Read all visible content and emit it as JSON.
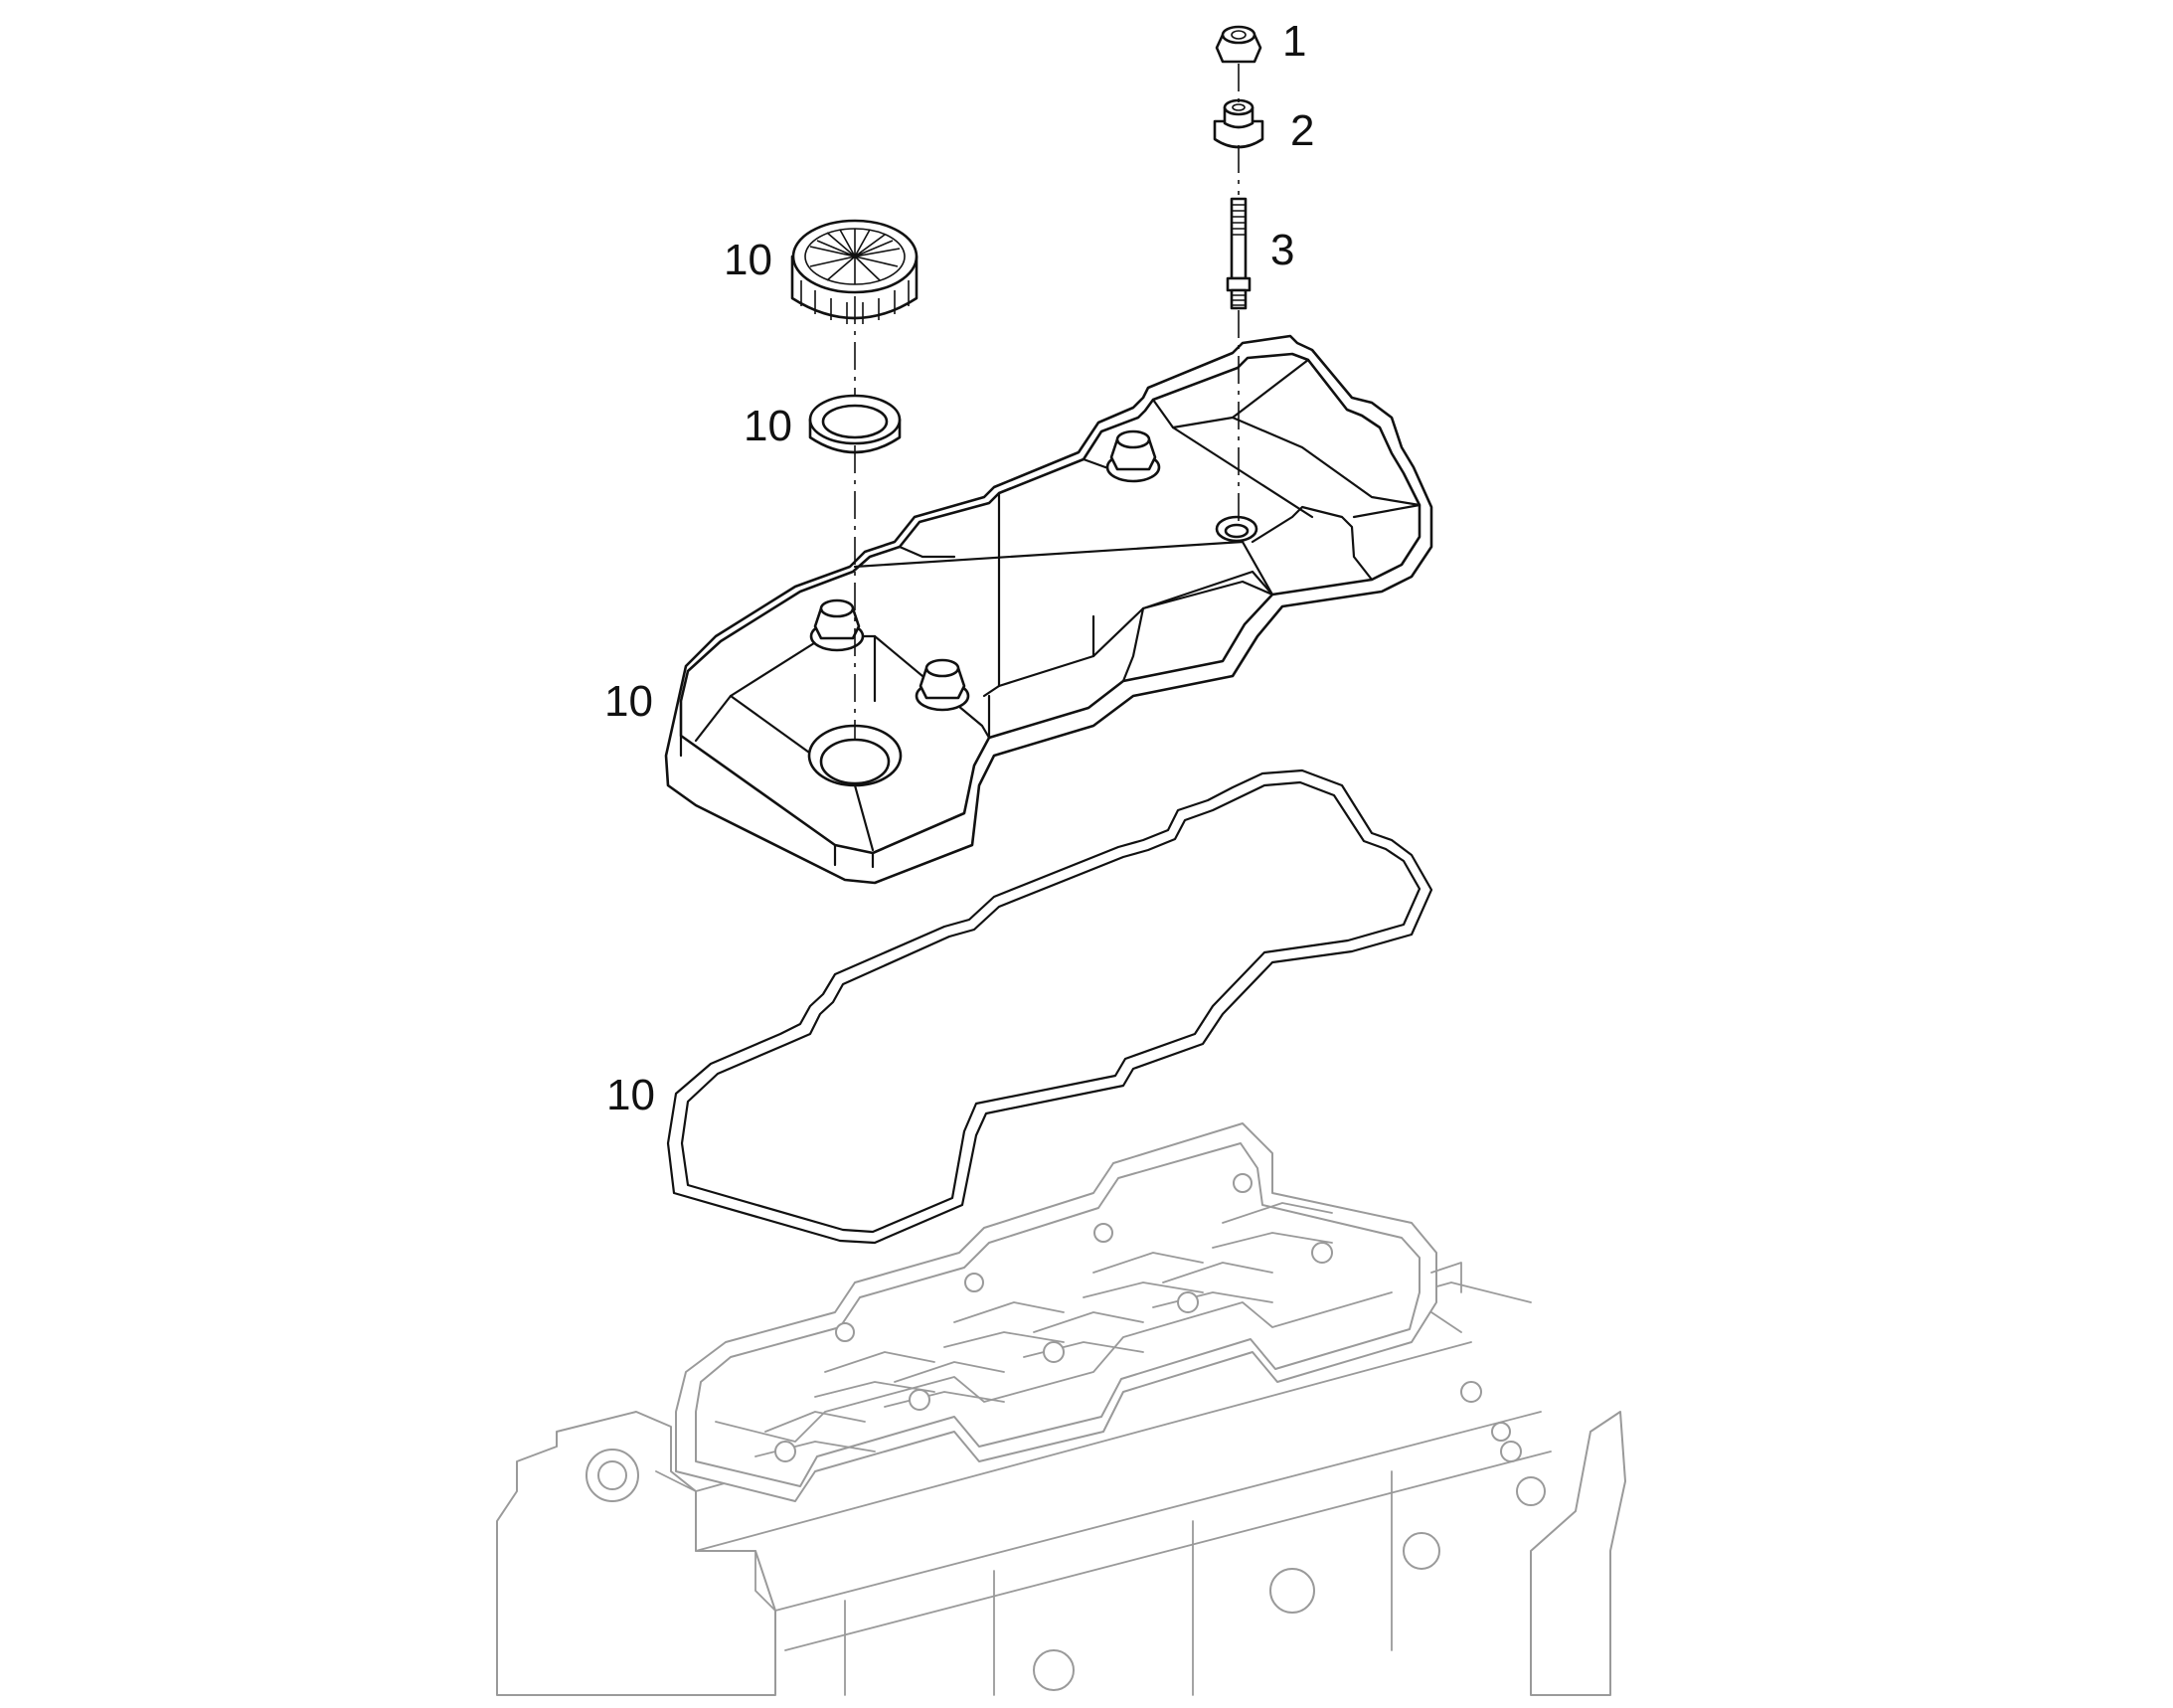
{
  "diagram": {
    "callouts": [
      {
        "id": "callout-1",
        "text": "1"
      },
      {
        "id": "callout-2",
        "text": "2"
      },
      {
        "id": "callout-3",
        "text": "3"
      },
      {
        "id": "callout-10-cap",
        "text": "10"
      },
      {
        "id": "callout-10-ring",
        "text": "10"
      },
      {
        "id": "callout-10-cover",
        "text": "10"
      },
      {
        "id": "callout-10-gasket",
        "text": "10"
      }
    ],
    "colors": {
      "line": "#111111",
      "background_part": "#9a9a9a",
      "page": "#ffffff"
    }
  }
}
